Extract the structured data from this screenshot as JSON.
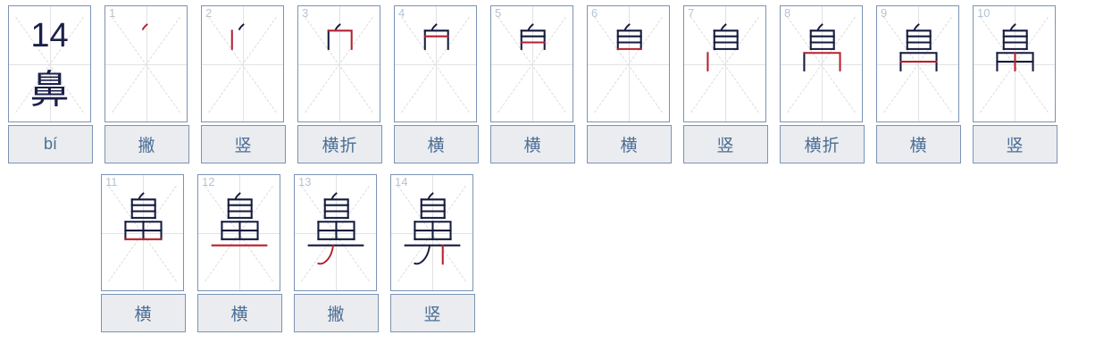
{
  "header": {
    "stroke_count": "14",
    "character": "鼻",
    "pinyin": "bí"
  },
  "colors": {
    "new_stroke": "#b5212f",
    "existing_stroke": "#141a3c",
    "cell_border": "#7b93b3",
    "label_bg": "#eaecef",
    "label_text": "#4a6d96",
    "index_text": "#b6c3d4",
    "char_text": "#1b2049",
    "grid_line": "#e2e2e4"
  },
  "strokes": [
    {
      "index": "1",
      "name": "撇"
    },
    {
      "index": "2",
      "name": "竖"
    },
    {
      "index": "3",
      "name": "横折"
    },
    {
      "index": "4",
      "name": "横"
    },
    {
      "index": "5",
      "name": "横"
    },
    {
      "index": "6",
      "name": "横"
    },
    {
      "index": "7",
      "name": "竖"
    },
    {
      "index": "8",
      "name": "横折"
    },
    {
      "index": "9",
      "name": "横"
    },
    {
      "index": "10",
      "name": "竖"
    },
    {
      "index": "11",
      "name": "横"
    },
    {
      "index": "12",
      "name": "横"
    },
    {
      "index": "13",
      "name": "撇"
    },
    {
      "index": "14",
      "name": "竖"
    }
  ]
}
